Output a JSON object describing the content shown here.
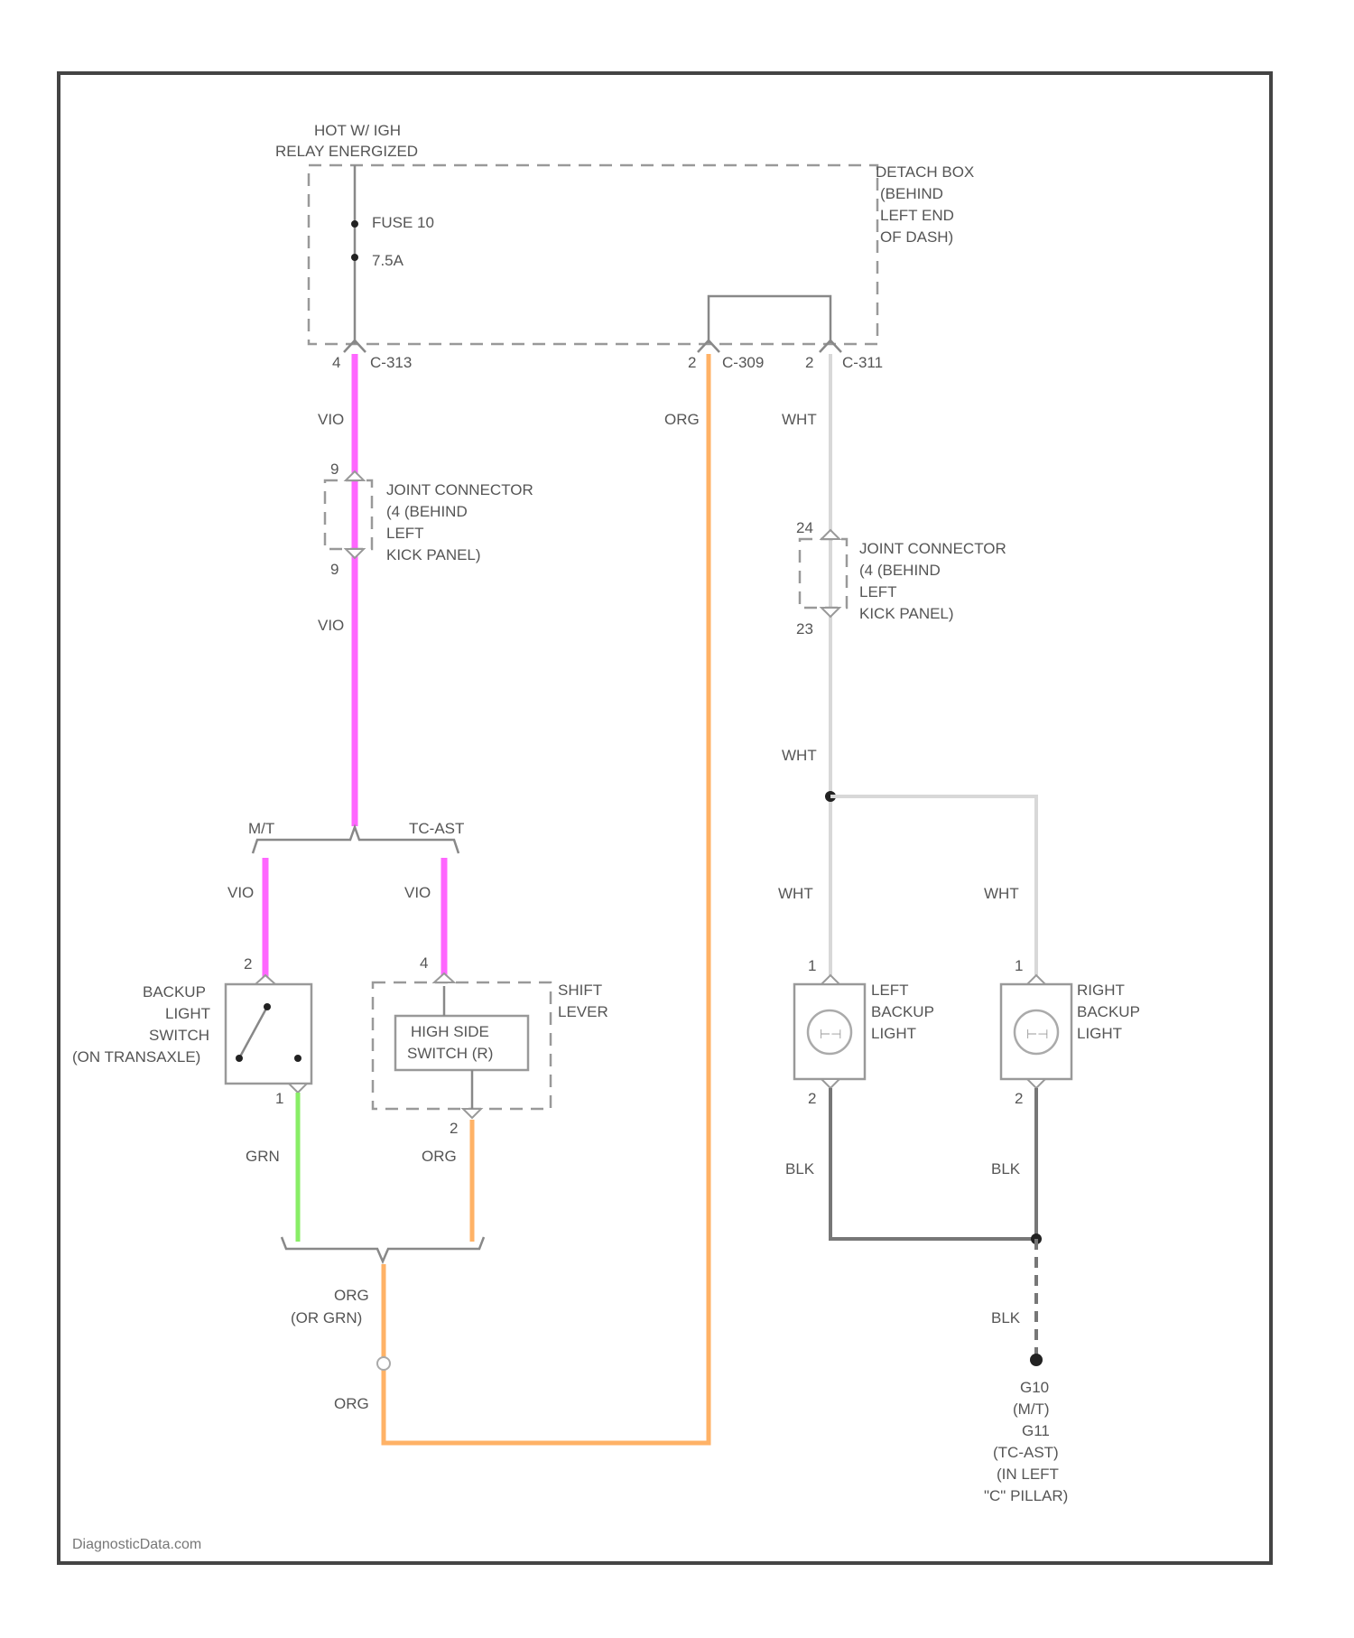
{
  "colors": {
    "violet": "#ff66ff",
    "orange": "#ffb266",
    "green": "#88ee66",
    "white_wire": "#d8d8d8",
    "black_wire": "#777777",
    "frame": "#444444"
  },
  "power": {
    "line1": "HOT W/ IGH",
    "line2": "RELAY ENERGIZED"
  },
  "fuse": {
    "label": "FUSE 10",
    "rating": "7.5A"
  },
  "detach_box": {
    "lines": [
      "DETACH BOX",
      "(BEHIND",
      "LEFT END",
      "OF DASH)"
    ]
  },
  "connectors": {
    "c1": {
      "pin": "4",
      "name": "C-313"
    },
    "c2": {
      "pin": "2",
      "name": "C-309"
    },
    "c3": {
      "pin": "2",
      "name": "C-311"
    }
  },
  "wires": {
    "vio1": "VIO",
    "vio2": "VIO",
    "vio3": "VIO",
    "vio4": "VIO",
    "org1": "ORG",
    "org2": "ORG",
    "org3": "ORG",
    "org4": "ORG",
    "org_or_grn_1": "ORG",
    "org_or_grn_2": "(OR GRN)",
    "grn": "GRN",
    "wht1": "WHT",
    "wht2": "WHT",
    "wht3": "WHT",
    "wht4": "WHT",
    "blk1": "BLK",
    "blk2": "BLK",
    "blk3": "BLK"
  },
  "joint_left": {
    "pin_top": "9",
    "pin_bottom": "9",
    "lines": [
      "JOINT CONNECTOR",
      "(4 (BEHIND",
      "LEFT",
      "KICK PANEL)"
    ]
  },
  "joint_right": {
    "pin_top": "24",
    "pin_bottom": "23",
    "lines": [
      "JOINT CONNECTOR",
      "(4 (BEHIND",
      "LEFT",
      "KICK PANEL)"
    ]
  },
  "variants": {
    "mt": "M/T",
    "tc": "TC-AST"
  },
  "backup_switch": {
    "pin_top": "2",
    "pin_bottom": "1",
    "lines": [
      "BACKUP",
      "LIGHT",
      "SWITCH",
      "(ON TRANSAXLE)"
    ]
  },
  "shift_lever": {
    "pin_top": "4",
    "pin_bottom": "2",
    "lines": [
      "SHIFT",
      "LEVER"
    ],
    "inner_lines": [
      "HIGH SIDE",
      "SWITCH (R)"
    ]
  },
  "left_light": {
    "pin_top": "1",
    "pin_bottom": "2",
    "lines": [
      "LEFT",
      "BACKUP",
      "LIGHT"
    ]
  },
  "right_light": {
    "pin_top": "1",
    "pin_bottom": "2",
    "lines": [
      "RIGHT",
      "BACKUP",
      "LIGHT"
    ]
  },
  "ground": {
    "lines": [
      "G10",
      "(M/T)",
      "G11",
      "(TC-AST)",
      "(IN LEFT",
      "\"C\" PILLAR)"
    ]
  },
  "watermark": "DiagnosticData.com"
}
